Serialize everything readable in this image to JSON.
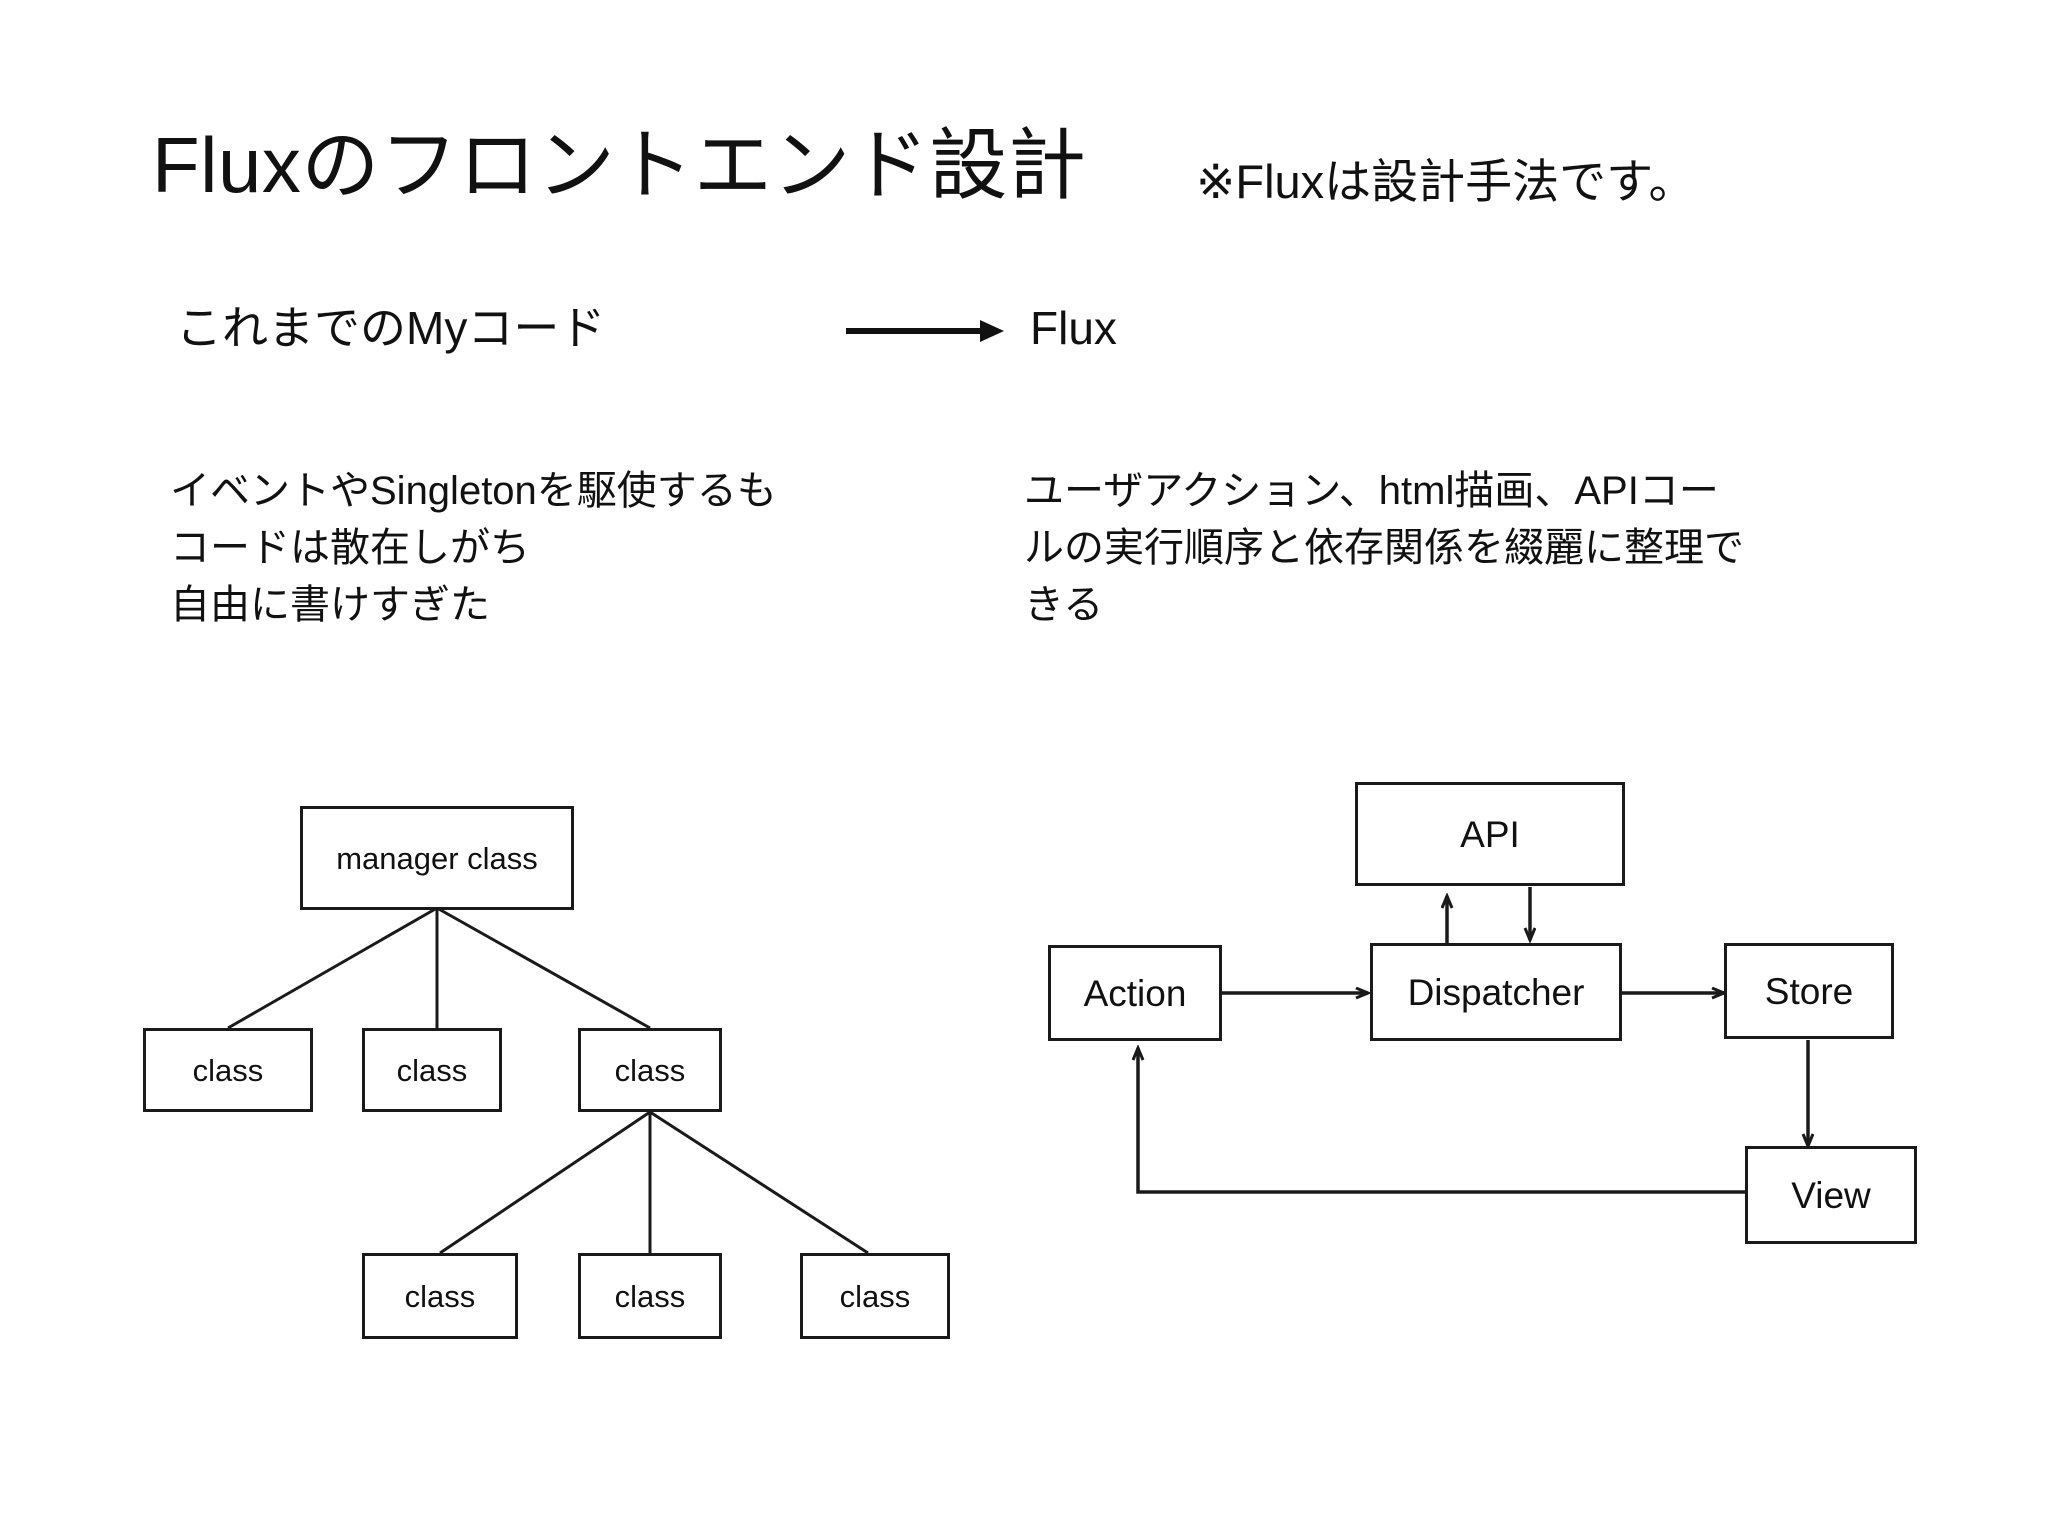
{
  "slide": {
    "title": "Fluxのフロントエンド設計",
    "title_note": "※Fluxは設計手法です。",
    "background_color": "#ffffff",
    "text_color": "#111111",
    "line_color": "#1a1a1a"
  },
  "columns": {
    "left": {
      "heading": "これまでのMyコード",
      "body": "イベントやSingletonを駆使するも\nコードは散在しがち\n自由に書けすぎた"
    },
    "right": {
      "heading": "Flux",
      "body": "ユーザアクション、html描画、APIコー\nルの実行順序と依存関係を綴麗に整理で\nきる"
    },
    "arrow_icon": "right-arrow-icon"
  },
  "left_diagram": {
    "name": "manager-class-tree",
    "nodes": {
      "root": "manager class",
      "level1": [
        "class",
        "class",
        "class"
      ],
      "level2": [
        "class",
        "class",
        "class"
      ]
    }
  },
  "flux_diagram": {
    "name": "flux-flow-diagram",
    "nodes": {
      "api": "API",
      "action": "Action",
      "dispatcher": "Dispatcher",
      "store": "Store",
      "view": "View"
    },
    "edges": [
      {
        "from": "Action",
        "to": "Dispatcher",
        "direction": "right"
      },
      {
        "from": "Dispatcher",
        "to": "API",
        "direction": "up"
      },
      {
        "from": "API",
        "to": "Dispatcher",
        "direction": "down"
      },
      {
        "from": "Dispatcher",
        "to": "Store",
        "direction": "right"
      },
      {
        "from": "Store",
        "to": "View",
        "direction": "down"
      },
      {
        "from": "View",
        "to": "Action",
        "direction": "left-up"
      }
    ]
  }
}
